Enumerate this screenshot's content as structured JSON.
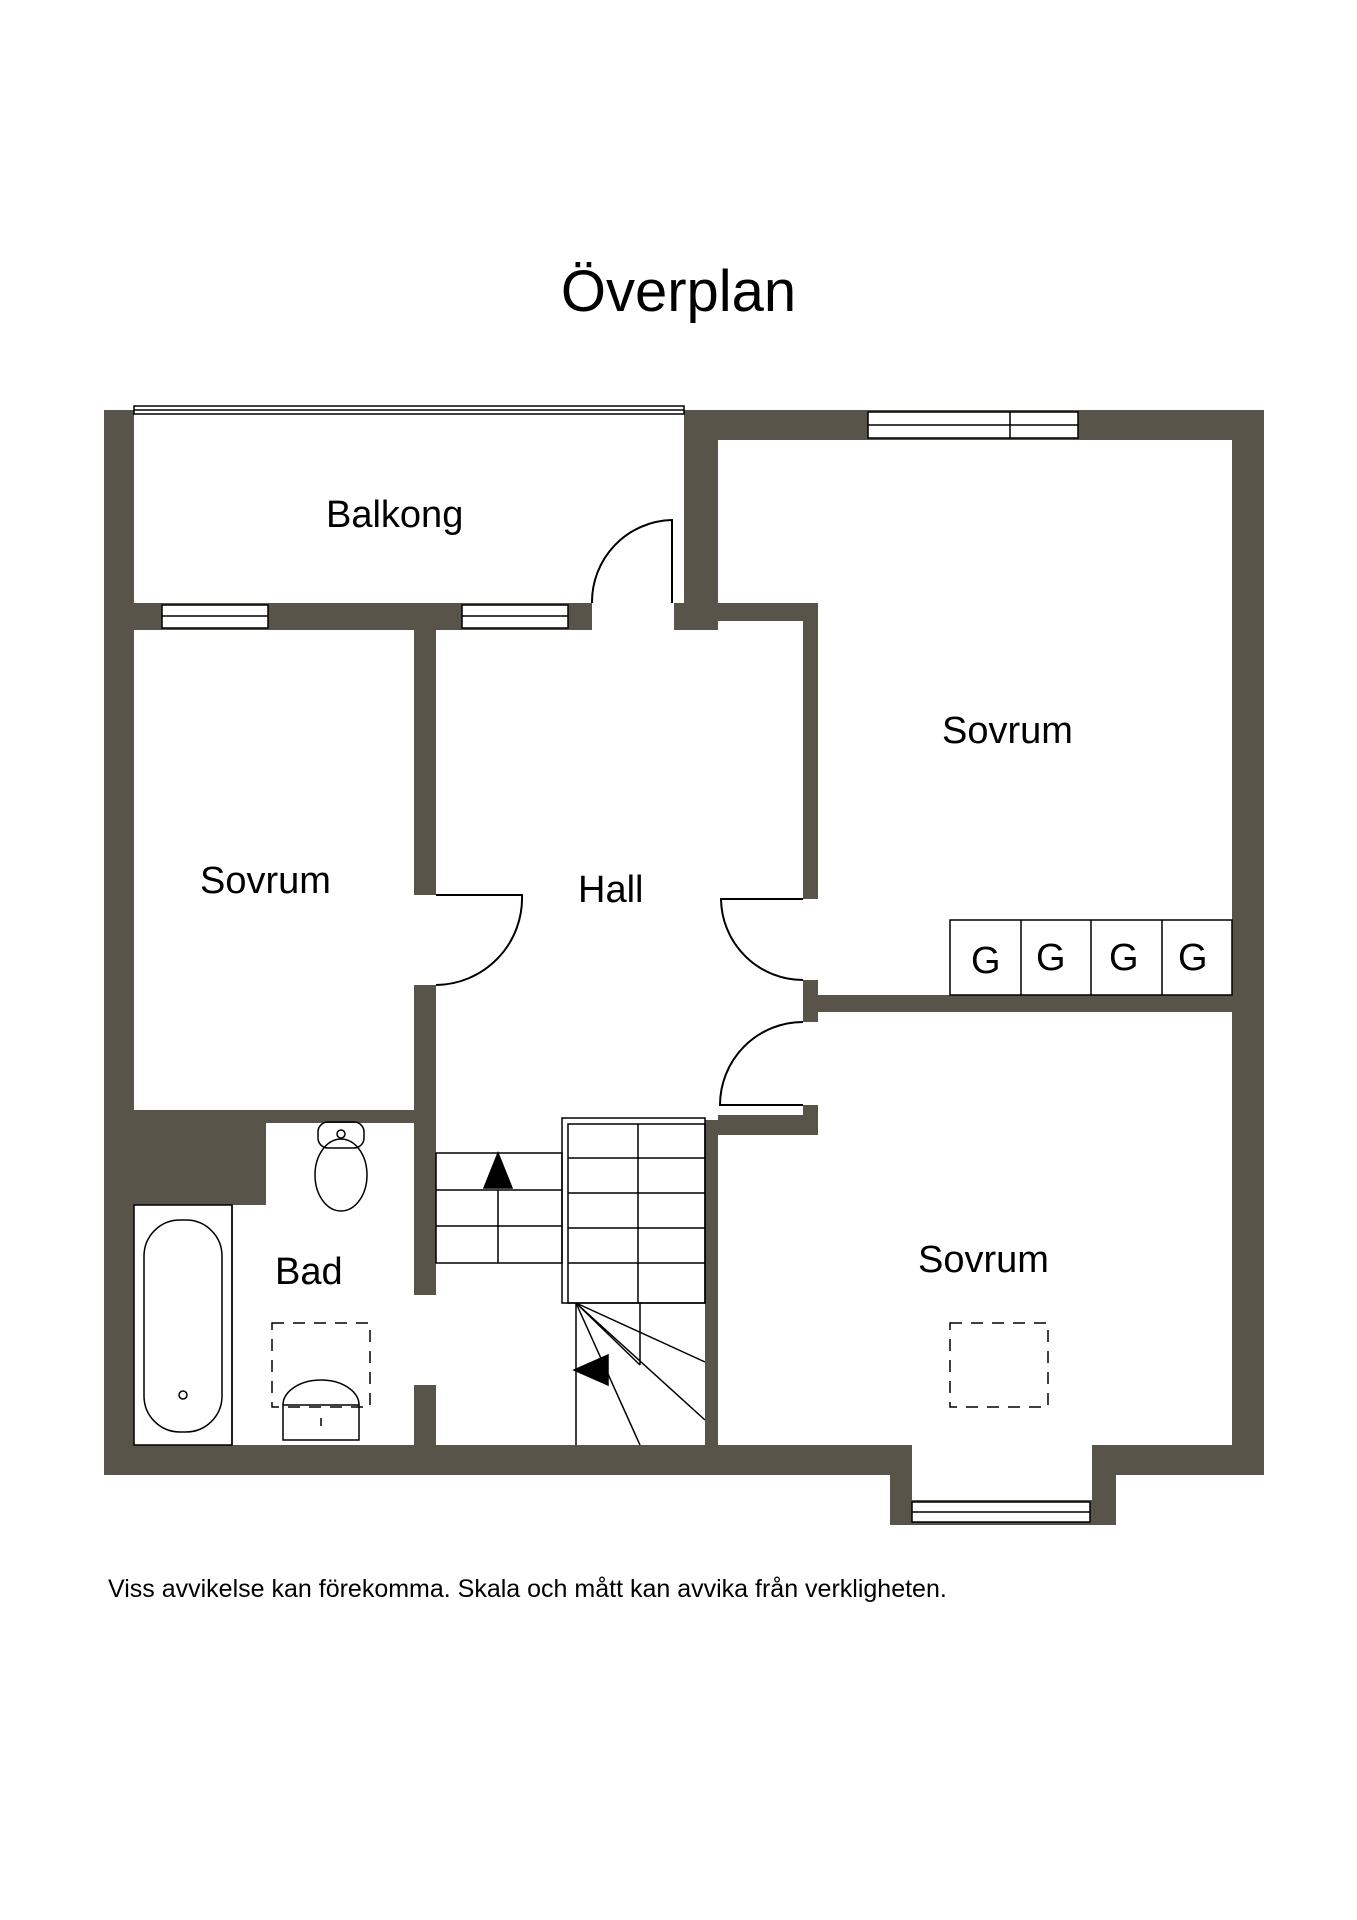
{
  "title": "Överplan",
  "rooms": {
    "balcony": "Balkong",
    "bedroom_left": "Sovrum",
    "hall": "Hall",
    "bedroom_top_right": "Sovrum",
    "bedroom_bottom_right": "Sovrum",
    "bathroom": "Bad"
  },
  "closets": [
    "G",
    "G",
    "G",
    "G"
  ],
  "disclaimer": "Viss avvikelse kan förekomma. Skala och mått kan avvika från verkligheten.",
  "colors": {
    "wall": "#58544a",
    "line": "#000000",
    "background": "#ffffff"
  }
}
